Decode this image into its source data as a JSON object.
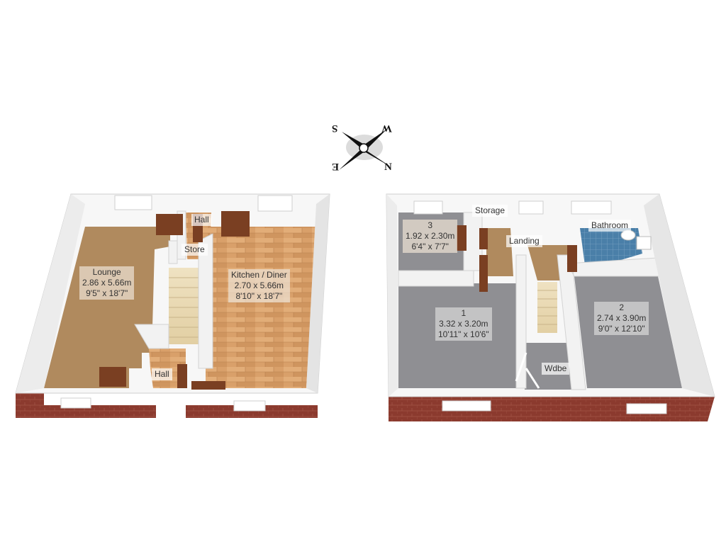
{
  "compass": {
    "top_left": "S",
    "top_right": "W",
    "bottom_left": "E",
    "bottom_right": "N"
  },
  "ground_floor": {
    "lounge": {
      "name": "Lounge",
      "metric": "2.86 x 5.66m",
      "imperial": "9'5\" x 18'7\""
    },
    "kitchen": {
      "name": "Kitchen / Diner",
      "metric": "2.70 x 5.66m",
      "imperial": "8'10\" x 18'7\""
    },
    "hall_top": "Hall",
    "store": "Store",
    "hall_bottom": "Hall"
  },
  "first_floor": {
    "bedroom3": {
      "name": "3",
      "metric": "1.92 x 2.30m",
      "imperial": "6'4\" x 7'7\""
    },
    "storage": "Storage",
    "landing": "Landing",
    "bathroom": "Bathroom",
    "bedroom1": {
      "name": "1",
      "metric": "3.32 x 3.20m",
      "imperial": "10'11\" x 10'6\""
    },
    "bedroom2": {
      "name": "2",
      "metric": "2.74 x 3.90m",
      "imperial": "9'0\" x 12'10\""
    },
    "wardrobe": "Wdbe"
  },
  "colors": {
    "wall": "#f7f7f7",
    "wall_shade": "#d9d9d9",
    "brick": "#8b3a2e",
    "carpet": "#b08a5e",
    "wood": "#d9a06a",
    "grey_carpet": "#8f8f93",
    "tile": "#4a7fa8",
    "door": "#7a3f22"
  }
}
